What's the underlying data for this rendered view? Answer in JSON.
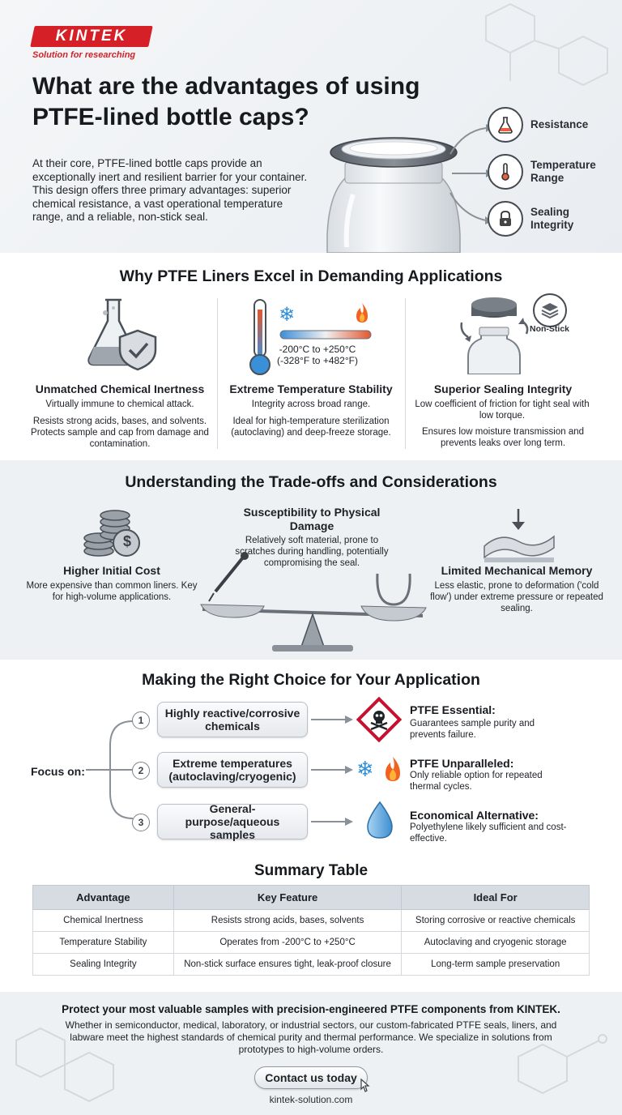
{
  "brand": {
    "name": "KINTEK",
    "tagline": "Solution for researching"
  },
  "hero": {
    "title": "What are the advantages of using PTFE-lined bottle caps?",
    "intro": "At their core, PTFE-lined bottle caps provide an exceptionally inert and resilient barrier for your container. This design offers three primary advantages: superior chemical resistance, a vast operational temperature range, and a reliable, non-stick seal.",
    "advantages": [
      {
        "label": "Resistance",
        "icon": "flask-icon"
      },
      {
        "label": "Temperature Range",
        "icon": "thermometer-icon"
      },
      {
        "label": "Sealing Integrity",
        "icon": "padlock-icon"
      }
    ]
  },
  "why": {
    "title": "Why PTFE Liners Excel in Demanding Applications",
    "columns": [
      {
        "title": "Unmatched Chemical Inertness",
        "subtitle": "Virtually immune to chemical attack.",
        "text": "Resists strong acids, bases, and solvents. Protects sample and cap from damage and contamination."
      },
      {
        "title": "Extreme Temperature Stability",
        "subtitle": "Integrity across broad range.",
        "text": "Ideal for high-temperature sterilization (autoclaving) and deep-freeze storage.",
        "range_c": "-200°C to +250°C",
        "range_f": "(-328°F to +482°F)"
      },
      {
        "title": "Superior Sealing Integrity",
        "subtitle": "Low coefficient of friction for tight seal with low torque.",
        "text": "Ensures low moisture transmission and prevents leaks over long term.",
        "badge": "Non-Stick"
      }
    ]
  },
  "tradeoffs": {
    "title": "Understanding the Trade-offs and Considerations",
    "items": [
      {
        "title": "Higher Initial Cost",
        "text": "More expensive than common liners. Key for high-volume applications."
      },
      {
        "title": "Susceptibility to Physical Damage",
        "text": "Relatively soft material, prone to scratches during handling, potentially compromising the seal."
      },
      {
        "title": "Limited Mechanical Memory",
        "text": "Less elastic, prone to deformation ('cold flow') under extreme pressure or repeated sealing."
      }
    ]
  },
  "choice": {
    "title": "Making the Right Choice for Your Application",
    "focus_label": "Focus on:",
    "options": [
      {
        "num": "1",
        "label": "Highly reactive/corrosive chemicals",
        "out_title": "PTFE Essential:",
        "out_text": "Guarantees sample purity and prevents failure."
      },
      {
        "num": "2",
        "label": "Extreme temperatures (autoclaving/cryogenic)",
        "out_title": "PTFE Unparalleled:",
        "out_text": "Only reliable option for repeated thermal cycles."
      },
      {
        "num": "3",
        "label": "General-purpose/aqueous samples",
        "out_title": "Economical Alternative:",
        "out_text": "Polyethylene likely sufficient and cost-effective."
      }
    ]
  },
  "summary": {
    "title": "Summary Table",
    "headers": [
      "Advantage",
      "Key Feature",
      "Ideal For"
    ],
    "rows": [
      [
        "Chemical Inertness",
        "Resists strong acids, bases, solvents",
        "Storing corrosive or reactive chemicals"
      ],
      [
        "Temperature Stability",
        "Operates from -200°C to +250°C",
        "Autoclaving and cryogenic storage"
      ],
      [
        "Sealing Integrity",
        "Non-stick surface ensures tight, leak-proof closure",
        "Long-term sample preservation"
      ]
    ]
  },
  "cta": {
    "title": "Protect your most valuable samples with precision-engineered PTFE components from KINTEK.",
    "text": "Whether in semiconductor, medical, laboratory, or industrial sectors, our custom-fabricated PTFE seals, liners, and labware meet the highest standards of chemical purity and thermal performance. We specialize in solutions from prototypes to high-volume orders.",
    "button": "Contact us today",
    "url": "kintek-solution.com"
  },
  "colors": {
    "brand_red": "#d62027",
    "hazard_red": "#c8102e",
    "ice_blue": "#2f8fd8",
    "flame_orange": "#f0621f"
  }
}
